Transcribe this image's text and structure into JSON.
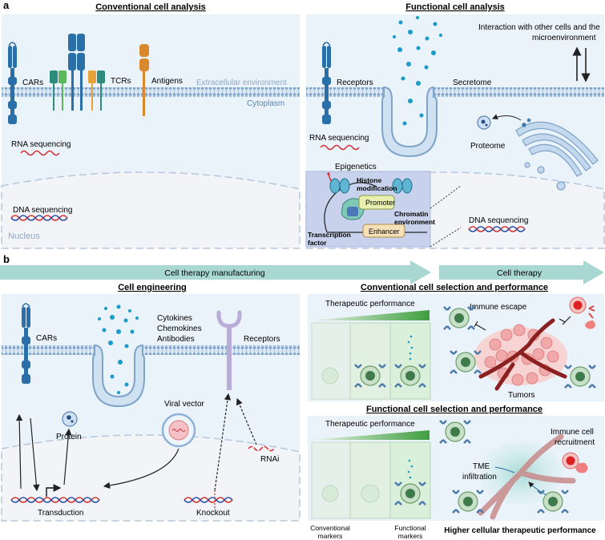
{
  "panel_a": {
    "letter": "a",
    "conventional": {
      "title": "Conventional cell analysis",
      "cars": "CARs",
      "tcrs": "TCRs",
      "antigens": "Antigens",
      "extracellular": "Extracellular environment",
      "cytoplasm": "Cytoplasm",
      "rna_seq": "RNA sequencing",
      "dna_seq": "DNA sequencing",
      "nucleus": "Nucleus"
    },
    "functional": {
      "title": "Functional cell analysis",
      "interaction_line1": "Interaction with other cells and the",
      "interaction_line2": "microenvironment",
      "receptors": "Receptors",
      "secretome": "Secretome",
      "rna_seq": "RNA sequencing",
      "proteome": "Proteome",
      "epigenetics": "Epigenetics",
      "histone_line1": "Histone",
      "histone_line2": "modification",
      "promoter": "Promoter",
      "chromatin_line1": "Chromatin",
      "chromatin_line2": "environment",
      "tf_line1": "Transcription",
      "tf_line2": "factor",
      "enhancer": "Enhancer",
      "dna_seq": "DNA sequencing"
    }
  },
  "panel_b": {
    "letter": "b",
    "manufacturing": "Cell therapy manufacturing",
    "therapy": "Cell therapy",
    "engineering": {
      "title": "Cell engineering",
      "cars": "CARs",
      "cytokines": "Cytokines",
      "chemokines": "Chemokines",
      "antibodies": "Antibodies",
      "receptors": "Receptors",
      "viral_vector": "Viral vector",
      "protein": "Protein",
      "rnai": "RNAi",
      "transduction": "Transduction",
      "knockout": "Knockout"
    },
    "conventional_sel": {
      "title": "Conventional cell selection and performance",
      "perf": "Therapeutic performance",
      "immune_escape": "Immune escape",
      "tumors": "Tumors"
    },
    "functional_sel": {
      "title": "Functional cell selection and performance",
      "perf": "Therapeutic performance",
      "recruit_line1": "Immune cell",
      "recruit_line2": "recruitment",
      "tme_line1": "TME",
      "tme_line2": "infiltration",
      "conv_markers_line1": "Conventional",
      "conv_markers_line2": "markers",
      "func_markers_line1": "Functional",
      "func_markers_line2": "markers",
      "higher": "Higher cellular therapeutic performance"
    }
  },
  "colors": {
    "membrane_blue": "#b8cfe6",
    "receptor_blue": "#2a6fa8",
    "cell_bg": "#eaf2fa",
    "arrow_teal": "#a9d8d2",
    "tumor_pink": "#f0a8a8",
    "tcell_green": "#5d9c6a"
  }
}
